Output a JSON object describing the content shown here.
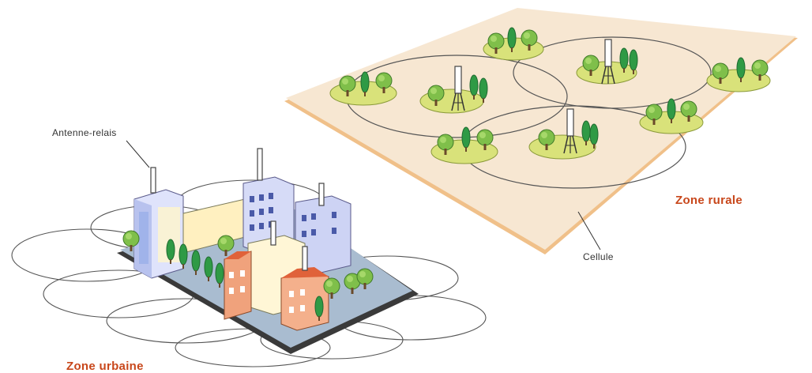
{
  "labels": {
    "antenna": "Antenne-relais",
    "cell": "Cellule",
    "rural_zone": "Zone rurale",
    "urban_zone": "Zone urbaine"
  },
  "colors": {
    "ground_rural": "#f7e7d2",
    "ground_edge": "#f0c089",
    "zone_label": "#c8471b",
    "tree_green": "#5fae3c",
    "tree_dark": "#2f8a3a",
    "island": "#d9e27a",
    "building_blue": "#c8cdf3",
    "building_orange": "#f0a27c",
    "cell_line": "#555555"
  }
}
